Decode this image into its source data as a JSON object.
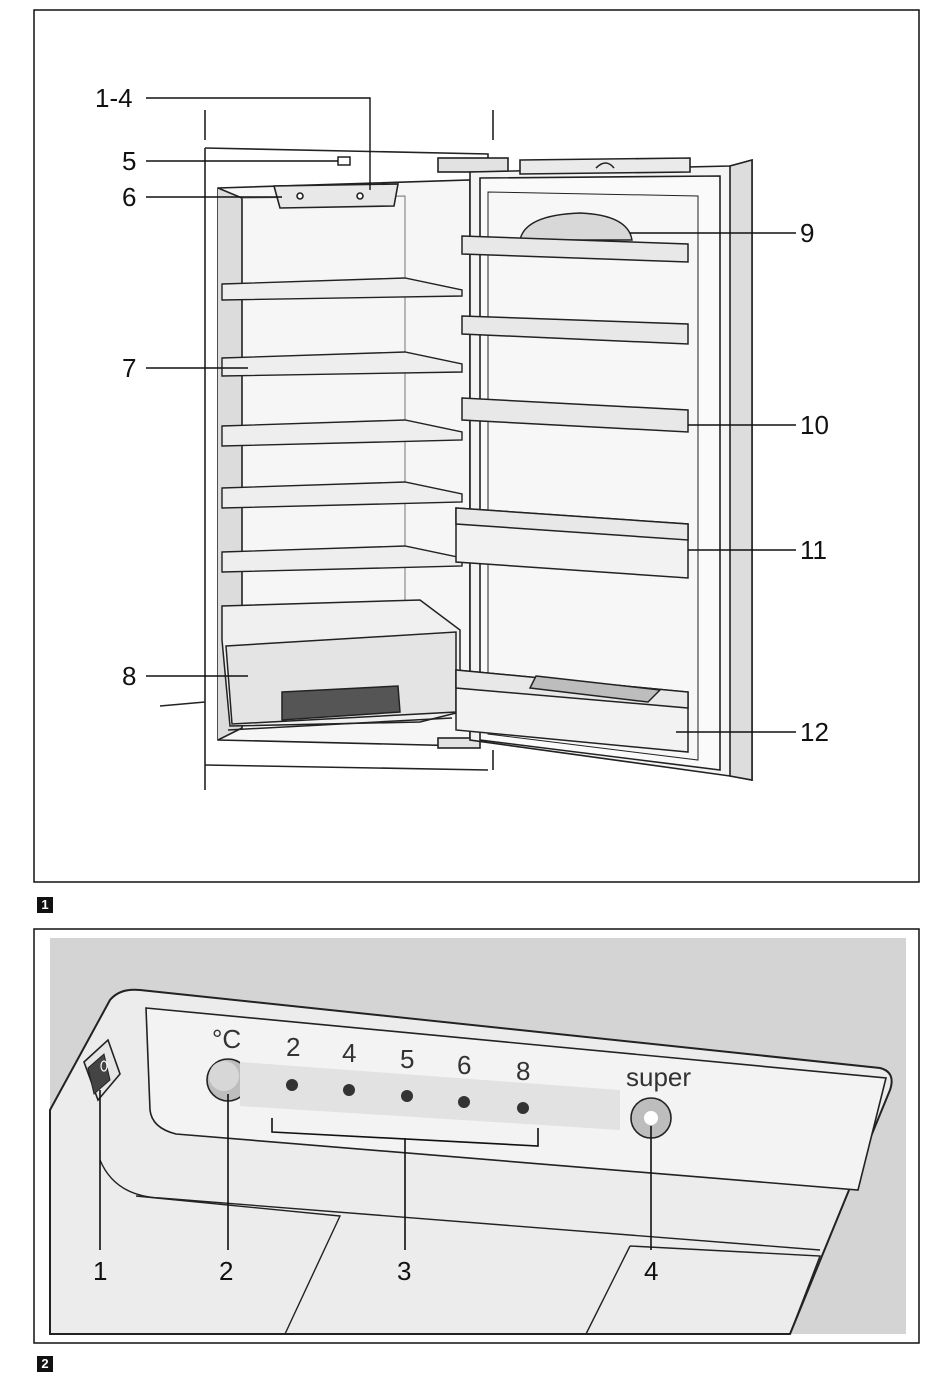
{
  "figure1": {
    "number": "1",
    "labels": {
      "l14": "1-4",
      "l5": "5",
      "l6": "6",
      "l7": "7",
      "l8": "8",
      "l9": "9",
      "l10": "10",
      "l11": "11",
      "l12": "12"
    }
  },
  "figure2": {
    "number": "2",
    "panel": {
      "unit": "°C",
      "settings": [
        "2",
        "4",
        "5",
        "6",
        "8"
      ],
      "super": "super"
    },
    "labels": {
      "l1": "1",
      "l2": "2",
      "l3": "3",
      "l4": "4"
    }
  }
}
